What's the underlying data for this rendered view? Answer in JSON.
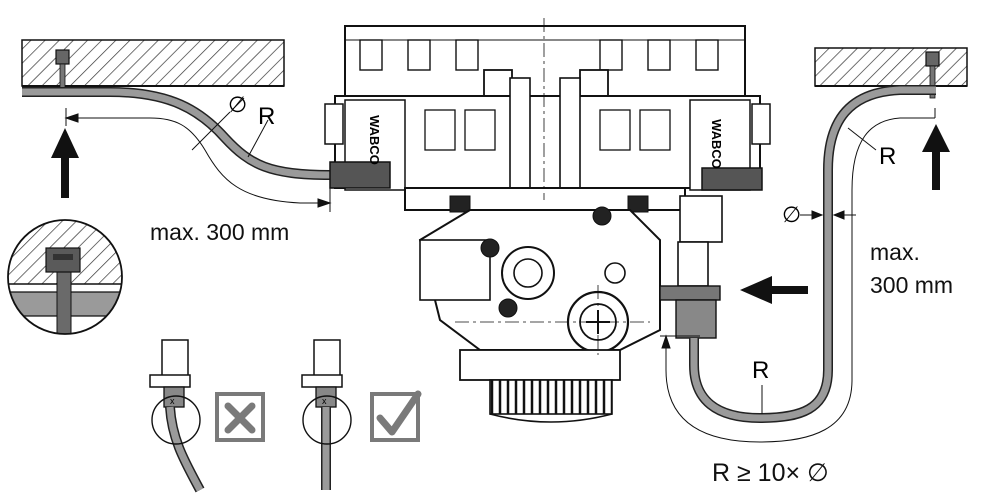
{
  "labels": {
    "left_max": "max. 300 mm",
    "right_max_line1": "max.",
    "right_max_line2": "300 mm",
    "left_r": "R",
    "left_diameter": "∅",
    "right_r_top": "R",
    "right_r_bottom": "R",
    "right_diameter": "∅",
    "formula": "R ≥ 10× ∅",
    "brand_left": "WABCO",
    "brand_right": "WABCO",
    "marker_x": "x"
  },
  "colors": {
    "line": "#111111",
    "cable": "#9a9a9a",
    "cable_edge": "#222222",
    "hatch": "#333333",
    "wrong_mark": "#7a7a7a",
    "check_mark": "#7a7a7a",
    "background": "#ffffff"
  },
  "icons": {
    "wrong": "cross-mark-icon",
    "correct": "check-mark-icon",
    "arrow_up": "arrow-up-icon",
    "arrow_left": "arrow-left-icon"
  }
}
